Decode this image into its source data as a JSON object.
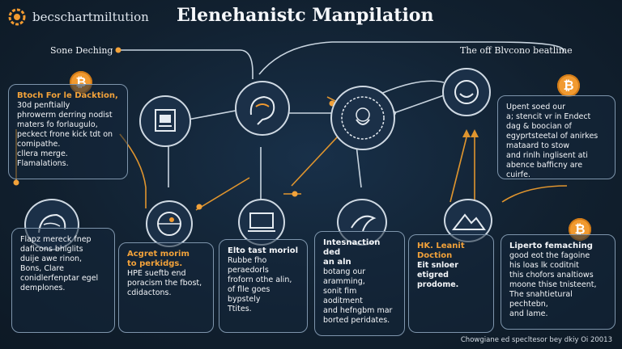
{
  "brand": {
    "text": "becschartmiltution"
  },
  "title": "Elenehanistc Manpilation",
  "labels": {
    "left": "Sone Deching",
    "right": "The off Blvcono beatlime"
  },
  "boxes": {
    "left_top": {
      "heading": "Btoch For le Dacktion,",
      "body": "30d penftially\nphrowerm derring nodist\nmaters fo forlaugulo,\npeckect frone kick tdt on\ncomipathe.\ncllera merge. Flamalations."
    },
    "right_top": {
      "body": "Upent soed our\na; stencit vr in Endect\ndag & boocian of\negyprtsteetal of anirkes\nmataard to stow\nand rinlh inglisent ati\nabence bafficny are cuirfe."
    },
    "bottom_1": {
      "body": "Flapz mereck fnep\ndaficons bhiglits\nduije awe rinon,\nBons, Clare\nconidlerfenptar egel\ndemplones."
    },
    "bottom_2": {
      "heading": "Acgret morim\nto perkidgs.",
      "body": "HPE sueftb end\nporacism the fbost,\ncdidactons."
    },
    "bottom_3": {
      "heading": "Elto tast moriol",
      "body": "Rubbe fho peraedorls\nfroforn othe alin,\nof flle goes bypstely\nTtites."
    },
    "bottom_4": {
      "heading": "Intesnaction ded\nan aln",
      "body": "botang our aramming,\nsonit fim aoditment\nand hefngbm mar\nborted peridates."
    },
    "bottom_5": {
      "heading": "HK. Leanit Doction",
      "body": "Eit snloer etigred\nprodome."
    },
    "bottom_6": {
      "heading": "Liperto femaching",
      "body": "good eot the fagoine\nhis loas lk coditnit\nthis chofors analtiows\nmoone thise tnisteent,\nThe snahtietural pechtebn,\nand lame."
    }
  },
  "coins": {
    "symbol": "₿"
  },
  "footer": "Chowgiane ed specltesor bey dkiy Oi 20013",
  "colors": {
    "accent": "#f19a30",
    "line": "#c8d4df",
    "box_border": "#7e95ac",
    "bg": "#122234"
  }
}
